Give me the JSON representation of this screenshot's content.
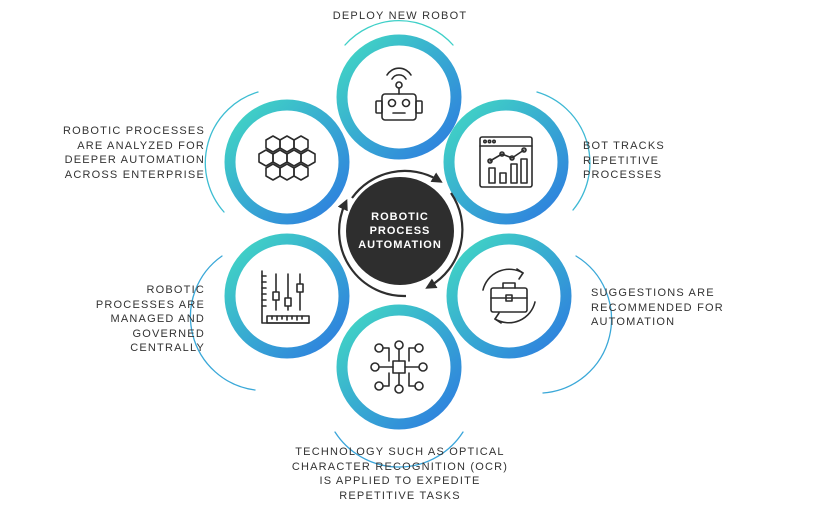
{
  "center": {
    "title": "ROBOTIC\nPROCESS\nAUTOMATION"
  },
  "steps": [
    {
      "id": "deploy",
      "label": "DEPLOY NEW ROBOT",
      "icon": "robot-icon"
    },
    {
      "id": "tracks",
      "label": "BOT TRACKS\nREPETITIVE\nPROCESSES",
      "icon": "analytics-chart-icon"
    },
    {
      "id": "suggest",
      "label": "SUGGESTIONS ARE\nRECOMMENDED FOR\nAUTOMATION",
      "icon": "briefcase-cycle-icon"
    },
    {
      "id": "ocr",
      "label": "TECHNOLOGY SUCH AS OPTICAL\nCHARACTER RECOGNITION (OCR)\nIS APPLIED TO EXPEDITE\nREPETITIVE TASKS",
      "icon": "network-nodes-icon"
    },
    {
      "id": "managed",
      "label": "ROBOTIC\nPROCESSES ARE\nMANAGED AND\nGOVERNED\nCENTRALLY",
      "icon": "control-sliders-icon"
    },
    {
      "id": "analyzed",
      "label": "ROBOTIC PROCESSES\nARE ANALYZED FOR\nDEEPER AUTOMATION\nACROSS ENTERPRISE",
      "icon": "hexagon-cluster-icon"
    }
  ],
  "colors": {
    "gradient_start": "#3fd6c2",
    "gradient_end": "#2f7fe0",
    "core": "#2e2e2e",
    "icon_stroke": "#2b2b2b",
    "text": "#333333"
  }
}
